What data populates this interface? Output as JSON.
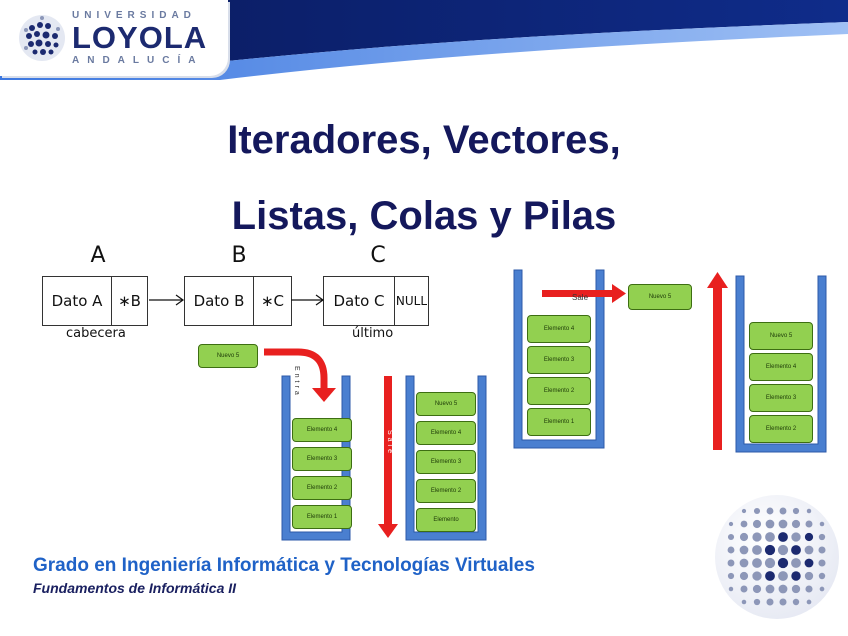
{
  "logo": {
    "top": "UNIVERSIDAD",
    "main": "LOYOLA",
    "bottom": "ANDALUCÍA"
  },
  "title": {
    "line1": "Iteradores, Vectores,",
    "line2": "Listas, Colas y Pilas"
  },
  "linked_list": {
    "letters": [
      "A",
      "B",
      "C"
    ],
    "nodes": [
      {
        "data": "Dato A",
        "ptr": "∗B"
      },
      {
        "data": "Dato B",
        "ptr": "∗C"
      },
      {
        "data": "Dato C",
        "ptr": "NULL"
      }
    ],
    "captions": {
      "head": "cabecera",
      "last": "último"
    }
  },
  "queue_diagram": {
    "new_item": "Nuevo 5",
    "enter_label": "Entra",
    "exit_label": "Sale",
    "left_stack": [
      "Elemento 4",
      "Elemento 3",
      "Elemento 2",
      "Elemento 1"
    ],
    "right_stack": [
      "Nuevo 5",
      "Elemento 4",
      "Elemento 3",
      "Elemento 2",
      "Elemento"
    ]
  },
  "stack_diagram": {
    "out_item": "Nuevo 5",
    "exit_label": "Sale",
    "left_stack": [
      "Elemento 4",
      "Elemento 3",
      "Elemento 2",
      "Elemento 1"
    ],
    "right_stack": [
      "Nuevo 5",
      "Elemento 4",
      "Elemento 3",
      "Elemento 2"
    ]
  },
  "footer": {
    "degree": "Grado en Ingeniería Informática y Tecnologías Virtuales",
    "course": "Fundamentos de Informática II"
  },
  "colors": {
    "navy": "#14185c",
    "accent_blue": "#1f62c7",
    "green": "#92d050",
    "red": "#e8201f",
    "container_blue": "#4a7fd0"
  }
}
